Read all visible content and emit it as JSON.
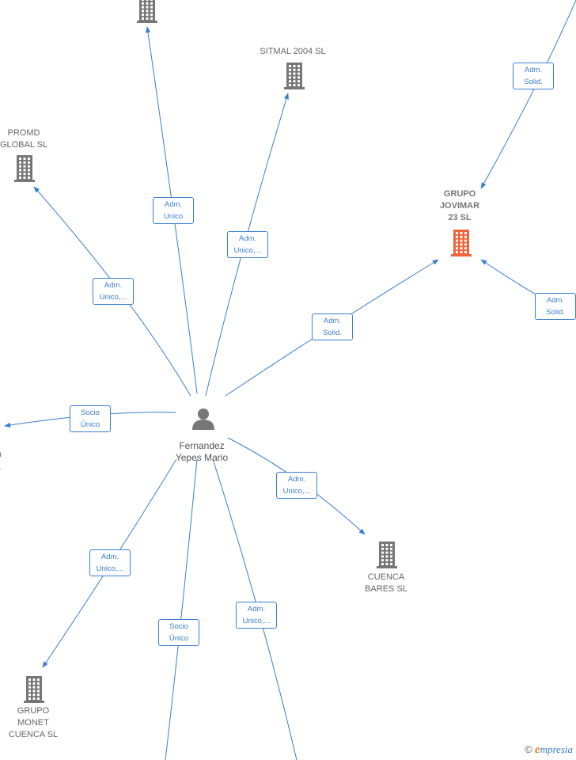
{
  "people": [
    {
      "id": "fernandez",
      "label": [
        "Fernandez",
        "Yepes Mario"
      ]
    }
  ],
  "companies": [
    {
      "id": "top-company",
      "label": []
    },
    {
      "id": "sitmal",
      "label": [
        "SITMAL 2004  SL"
      ]
    },
    {
      "id": "promd",
      "label": [
        "PROMD",
        "GLOBAL SL"
      ]
    },
    {
      "id": "grupo-jovimar",
      "label": [
        "GRUPO",
        "JOVIMAR",
        "23  SL"
      ],
      "highlight": true
    },
    {
      "id": "left-company",
      "label": [
        "D",
        "L"
      ]
    },
    {
      "id": "cuenca-bares",
      "label": [
        "CUENCA",
        "BARES  SL"
      ]
    },
    {
      "id": "grupo-monet",
      "label": [
        "GRUPO",
        "MONET",
        "CUENCA  SL"
      ]
    }
  ],
  "relations": [
    {
      "id": "r-top",
      "label": [
        "Adm.",
        "Unico"
      ]
    },
    {
      "id": "r-sitmal",
      "label": [
        "Adm.",
        "Unico,..."
      ]
    },
    {
      "id": "r-promd",
      "label": [
        "Adm.",
        "Unico,..."
      ]
    },
    {
      "id": "r-jovimar",
      "label": [
        "Adm.",
        "Solid."
      ]
    },
    {
      "id": "r-jovimar-top",
      "label": [
        "Adm.",
        "Solid."
      ]
    },
    {
      "id": "r-jovimar-right",
      "label": [
        "Adm.",
        "Solid."
      ]
    },
    {
      "id": "r-left",
      "label": [
        "Socio",
        "Único"
      ]
    },
    {
      "id": "r-cuenca",
      "label": [
        "Adm.",
        "Unico,..."
      ]
    },
    {
      "id": "r-monet",
      "label": [
        "Adm.",
        "Unico,..."
      ]
    },
    {
      "id": "r-bottom-left",
      "label": [
        "Socio",
        "Único"
      ]
    },
    {
      "id": "r-bottom-right",
      "label": [
        "Adm.",
        "Unico,..."
      ]
    }
  ],
  "colors": {
    "edge": "#3a7fd0",
    "company_icon": "#777777",
    "highlight_icon": "#f0643a",
    "person_icon": "#777777"
  },
  "watermark": {
    "copyright": "©",
    "brand_initial": "e",
    "brand_rest": "mpresia"
  }
}
